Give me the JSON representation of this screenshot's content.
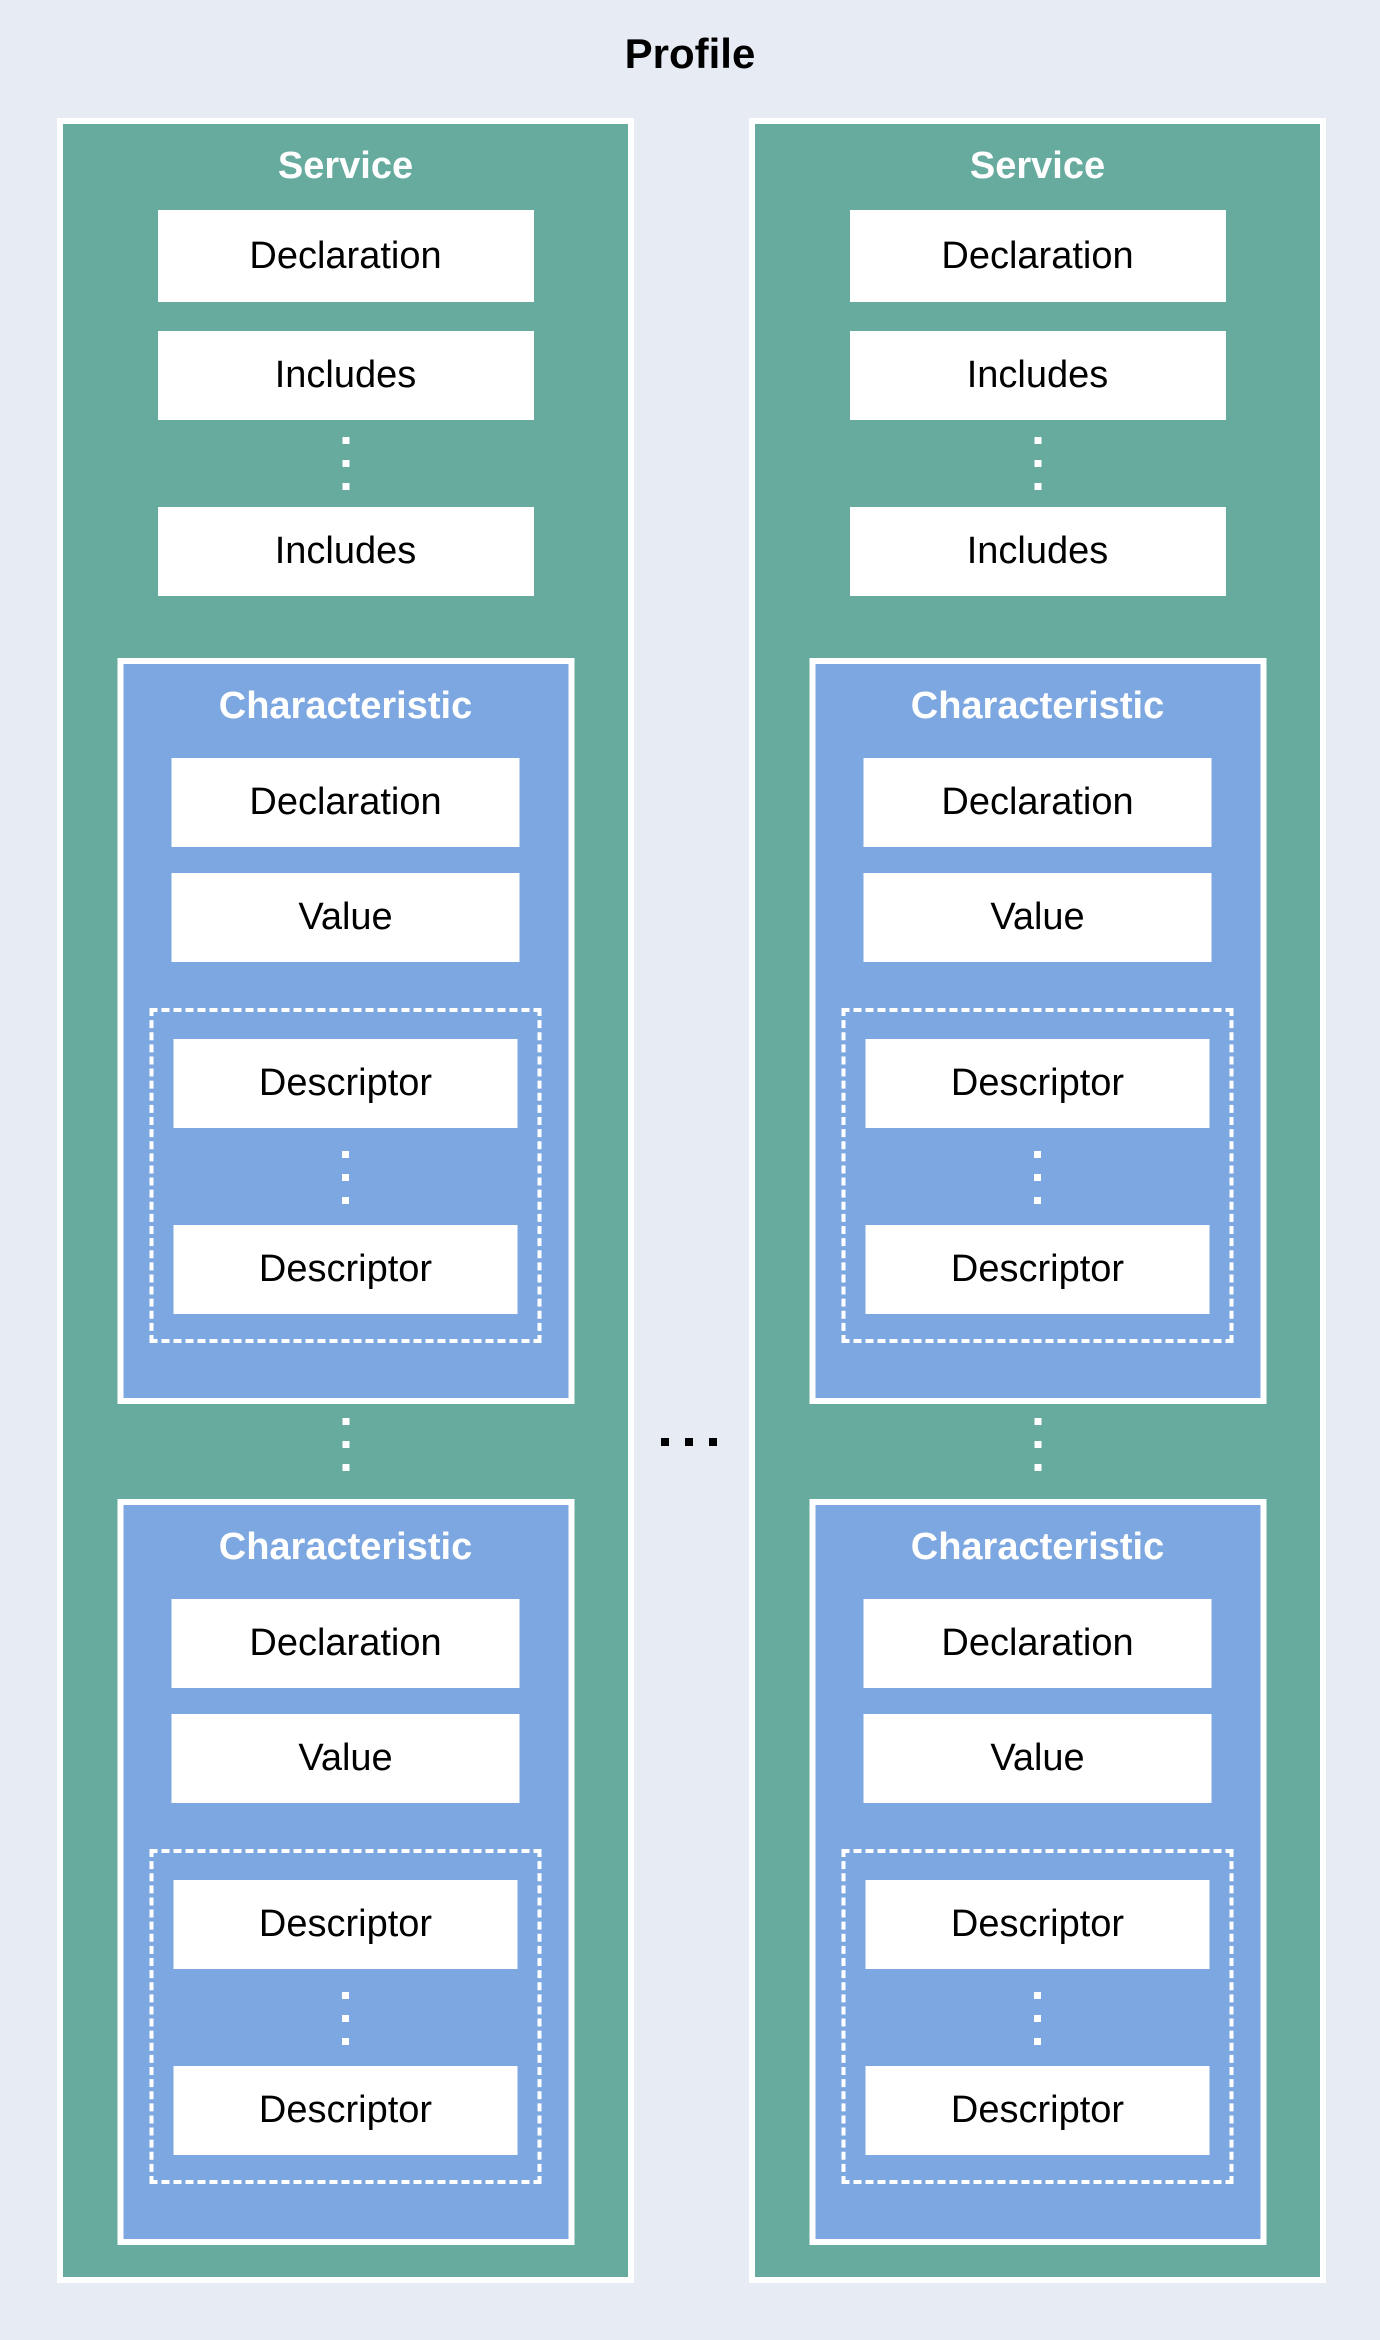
{
  "title": "Profile",
  "service": {
    "header": "Service",
    "declaration_label": "Declaration",
    "includes_label": "Includes",
    "characteristic": {
      "header": "Characteristic",
      "declaration_label": "Declaration",
      "value_label": "Value",
      "descriptor_label": "Descriptor"
    }
  },
  "colors": {
    "background": "#e7ecf4",
    "service_fill": "#66ab9e",
    "characteristic_fill": "#7da7e0",
    "box_fill": "#ffffff",
    "title_text": "#000000",
    "header_text": "#ffffff",
    "label_text": "#000000",
    "ellipsis_light": "#ffffff",
    "ellipsis_dark": "#000000"
  }
}
